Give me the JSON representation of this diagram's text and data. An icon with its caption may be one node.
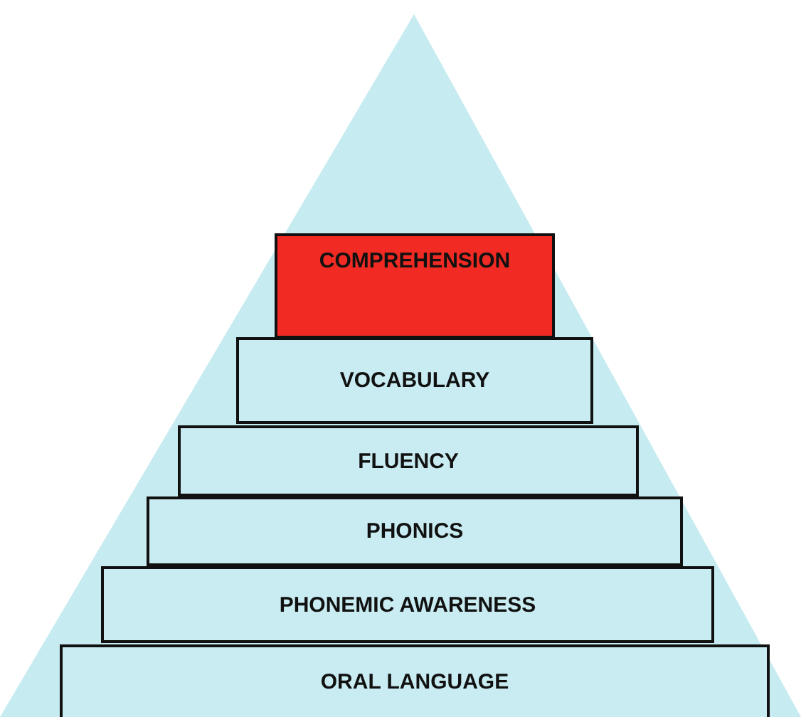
{
  "diagram": {
    "nodes": [
      {
        "text": [
          "COMPREHENSION"
        ]
      },
      {
        "text": [
          "VOCABULARY"
        ]
      },
      {
        "text": [
          "FLUENCY"
        ]
      },
      {
        "text": [
          "PHONICS"
        ]
      },
      {
        "text": [
          "PHONEMIC AWARENESS"
        ]
      },
      {
        "text": [
          "ORAL LANGUAGE"
        ]
      }
    ]
  }
}
